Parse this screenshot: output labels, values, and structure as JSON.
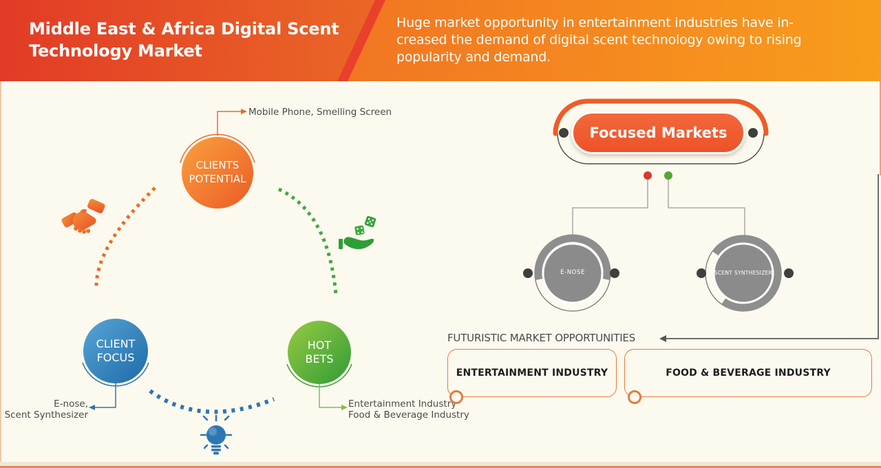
{
  "header": {
    "title": "Middle East & Africa Digital Scent\nTechnology Market",
    "description": "Huge market opportunity in entertainment industries have in-\ncreased the demand of digital scent technology owing to rising\npopularity and demand."
  },
  "cycle": {
    "nodes": [
      {
        "id": "clients-potential",
        "label": "CLIENTS\nPOTENTIAL",
        "callout": "Mobile Phone, Smelling Screen"
      },
      {
        "id": "client-focus",
        "label": "CLIENT\nFOCUS",
        "callout": "E-nose,\nScent Synthesizer"
      },
      {
        "id": "hot-bets",
        "label": "HOT\nBETS",
        "callout": "Entertainment Industry\nFood & Beverage Industry"
      }
    ],
    "icons": [
      "handshake-icon",
      "dice-in-hand-icon",
      "lightbulb-icon"
    ]
  },
  "focused_markets": {
    "title": "Focused Markets",
    "children": [
      {
        "label": "E-NOSE"
      },
      {
        "label": "SCENT SYNTHESIZER"
      }
    ]
  },
  "futuristic": {
    "heading": "FUTURISTIC MARKET OPPORTUNITIES",
    "boxes": [
      {
        "label": "ENTERTAINMENT INDUSTRY"
      },
      {
        "label": "FOOD & BEVERAGE INDUSTRY"
      }
    ]
  },
  "colors": {
    "accent_orange": "#f05a28",
    "accent_blue": "#2e77b4",
    "accent_green": "#3aa43c",
    "dot_red": "#d63a2f",
    "dot_green": "#55a733",
    "gray_node": "#8b8b8b",
    "background": "#fcfaef"
  }
}
